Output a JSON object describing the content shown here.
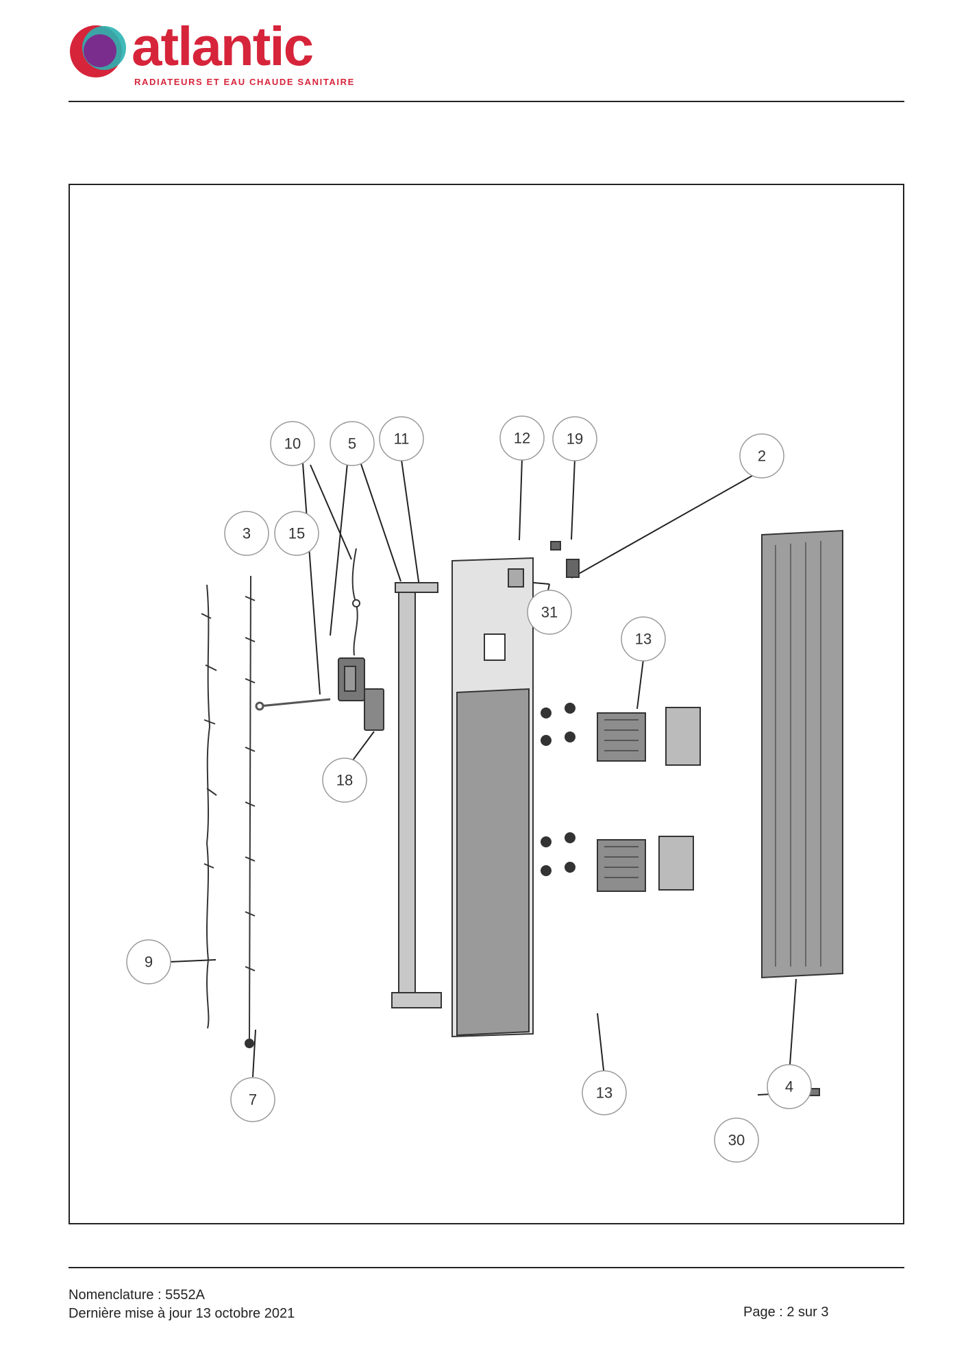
{
  "header": {
    "brand_name": "atlantic",
    "tagline": "RADIATEURS ET EAU CHAUDE SANITAIRE",
    "logo_colors": {
      "red": "#d6243a",
      "purple": "#7b2d8e",
      "teal": "#2bb3b1"
    }
  },
  "diagram": {
    "callouts": [
      "10",
      "5",
      "11",
      "12",
      "19",
      "2",
      "3",
      "15",
      "31",
      "13",
      "18",
      "9",
      "7",
      "13",
      "4",
      "30"
    ]
  },
  "footer": {
    "nomenclature": "Nomenclature : 5552A",
    "updated": "Dernière mise à jour 13 octobre 2021",
    "page": "Page : 2 sur 3"
  }
}
